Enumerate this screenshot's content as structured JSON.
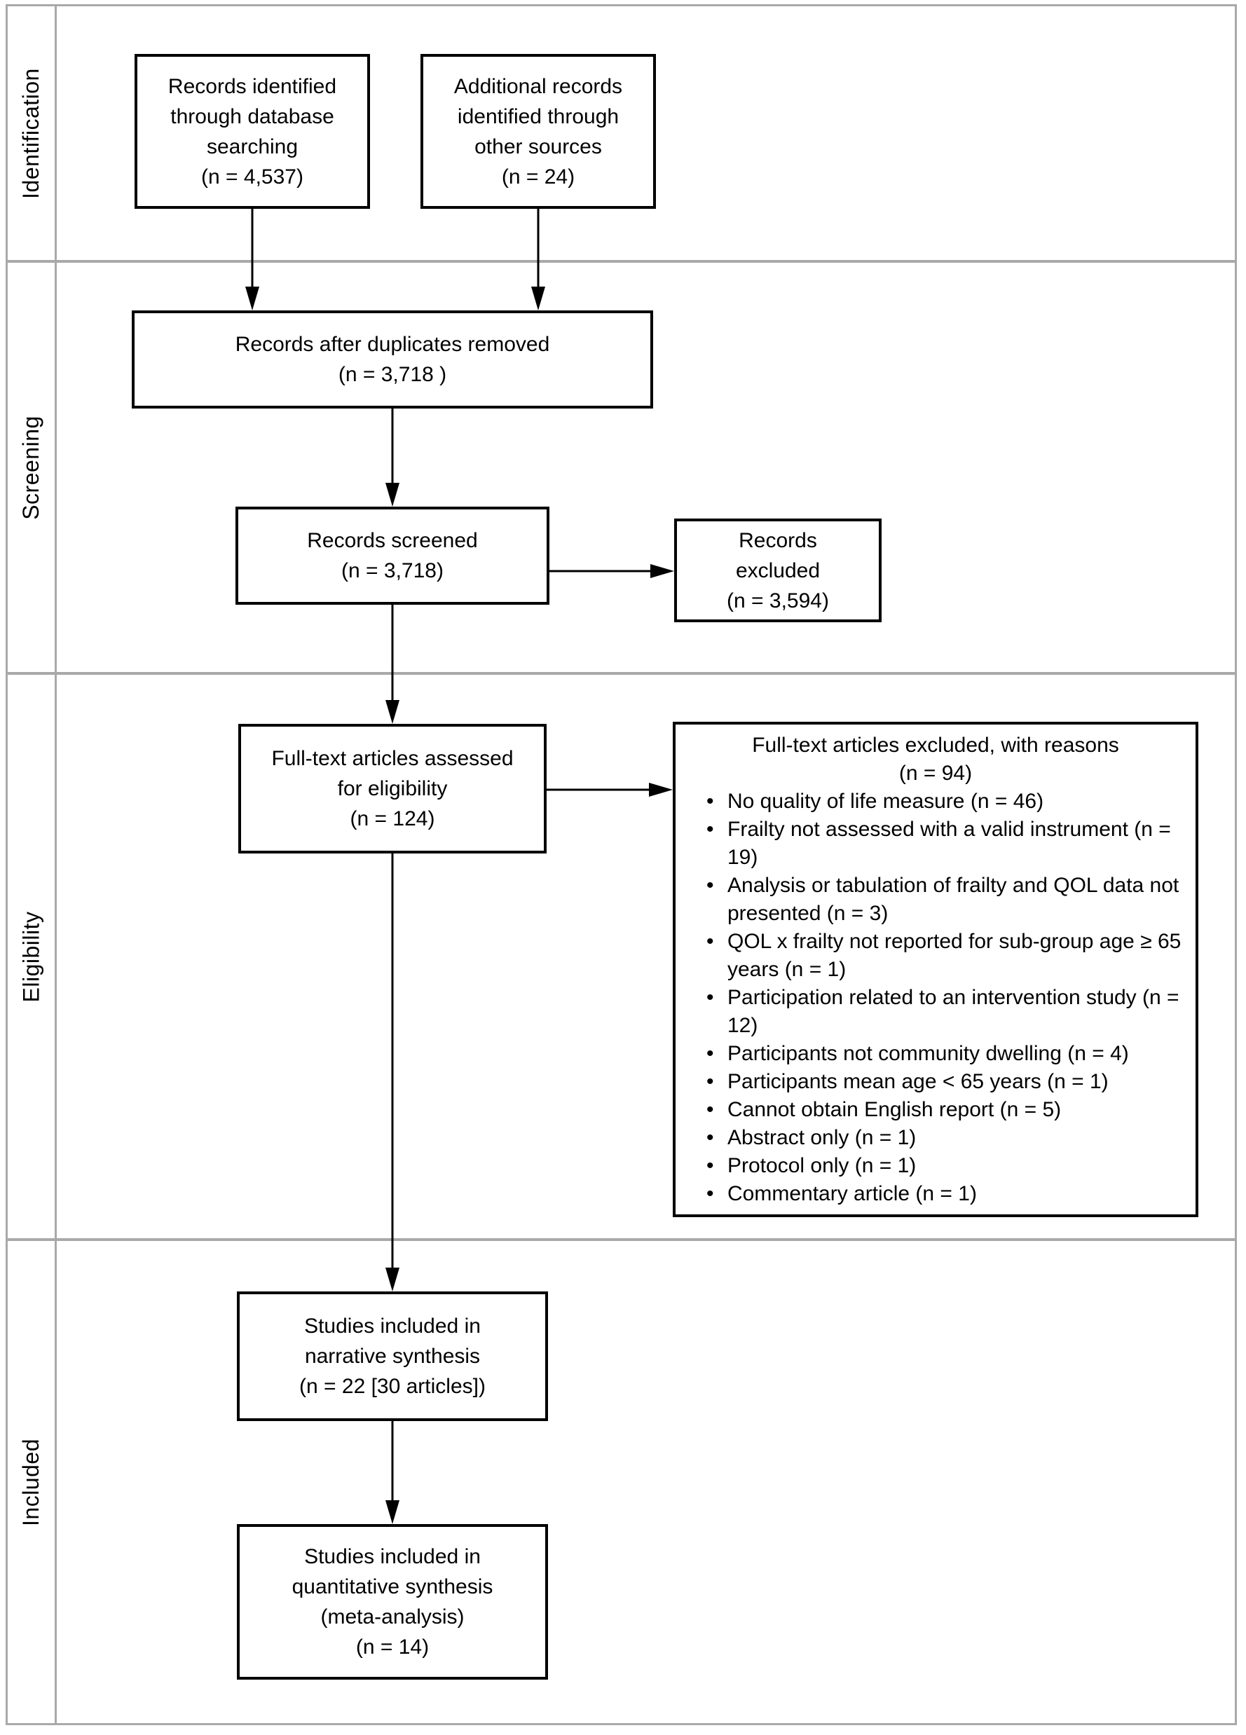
{
  "sidebar": {
    "labels": [
      "Identification",
      "Screening",
      "Eligibility",
      "Included"
    ]
  },
  "boxes": {
    "records_identified": {
      "lines": [
        "Records identified",
        "through database",
        "searching",
        "(n = 4,537)"
      ]
    },
    "additional_records": {
      "lines": [
        "Additional records",
        "identified through",
        "other sources",
        "(n = 24)"
      ]
    },
    "after_duplicates": {
      "lines": [
        "Records after duplicates removed",
        "(n = 3,718 )"
      ]
    },
    "records_screened": {
      "lines": [
        "Records screened",
        "(n = 3,718)"
      ]
    },
    "records_excluded": {
      "lines": [
        "Records",
        "excluded",
        "(n = 3,594)"
      ]
    },
    "fulltext_assessed": {
      "lines": [
        "Full-text articles assessed",
        "for eligibility",
        "(n = 124)"
      ]
    },
    "fulltext_excluded": {
      "title": "Full-text articles excluded, with reasons",
      "count": "(n = 94)",
      "reasons": [
        "No quality of life measure (n = 46)",
        "Frailty not assessed with a valid instrument (n = 19)",
        "Analysis or tabulation of frailty and QOL data not presented (n = 3)",
        "QOL x frailty not reported for sub-group age ≥ 65 years (n = 1)",
        "Participation related to an intervention study (n = 12)",
        "Participants not community dwelling (n = 4)",
        "Participants mean age < 65 years (n = 1)",
        "Cannot obtain English report (n = 5)",
        "Abstract only (n = 1)",
        "Protocol only (n = 1)",
        "Commentary article (n = 1)"
      ]
    },
    "narrative_synthesis": {
      "lines": [
        "Studies included in",
        "narrative synthesis",
        "(n = 22 [30 articles])"
      ]
    },
    "quantitative_synthesis": {
      "lines": [
        "Studies included in",
        "quantitative synthesis",
        "(meta-analysis)",
        "(n = 14)"
      ]
    }
  },
  "colors": {
    "text": "#000000",
    "box_border": "#000000",
    "arrow": "#000000",
    "grid_line": "#a9a9a9",
    "background": "#ffffff"
  }
}
